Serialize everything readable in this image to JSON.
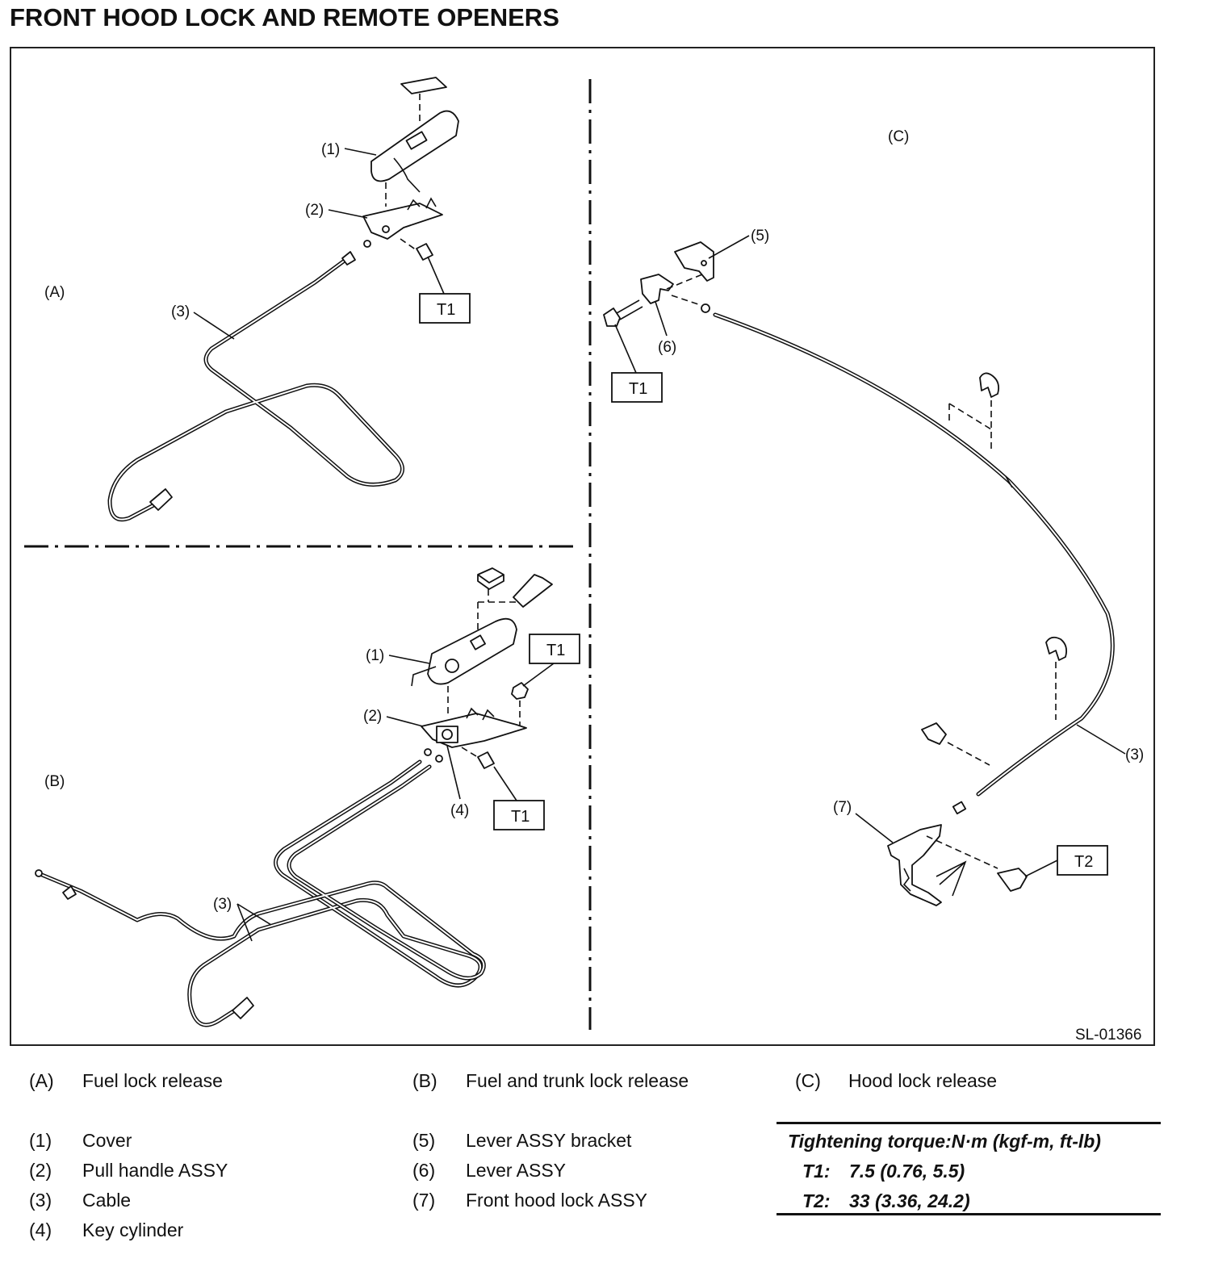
{
  "title": "FRONT HOOD LOCK AND REMOTE OPENERS",
  "figure_code": "SL-01366",
  "views": [
    {
      "code": "(A)",
      "name": "Fuel lock release"
    },
    {
      "code": "(B)",
      "name": "Fuel and trunk lock release"
    },
    {
      "code": "(C)",
      "name": "Hood lock release"
    }
  ],
  "callouts": {
    "c1": "(1)",
    "c2": "(2)",
    "c3": "(3)",
    "c4": "(4)",
    "c5": "(5)",
    "c6": "(6)",
    "c7": "(7)",
    "t1": "T1",
    "t2": "T2"
  },
  "parts": [
    {
      "code": "(1)",
      "name": "Cover"
    },
    {
      "code": "(2)",
      "name": "Pull handle ASSY"
    },
    {
      "code": "(3)",
      "name": "Cable"
    },
    {
      "code": "(4)",
      "name": "Key cylinder"
    },
    {
      "code": "(5)",
      "name": "Lever ASSY bracket"
    },
    {
      "code": "(6)",
      "name": "Lever ASSY"
    },
    {
      "code": "(7)",
      "name": "Front hood lock ASSY"
    }
  ],
  "torque": {
    "heading": "Tightening torque:N·m (kgf-m, ft-lb)",
    "rows": [
      {
        "key": "T1:",
        "value": "7.5 (0.76, 5.5)"
      },
      {
        "key": "T2:",
        "value": "33 (3.36, 24.2)"
      }
    ]
  }
}
